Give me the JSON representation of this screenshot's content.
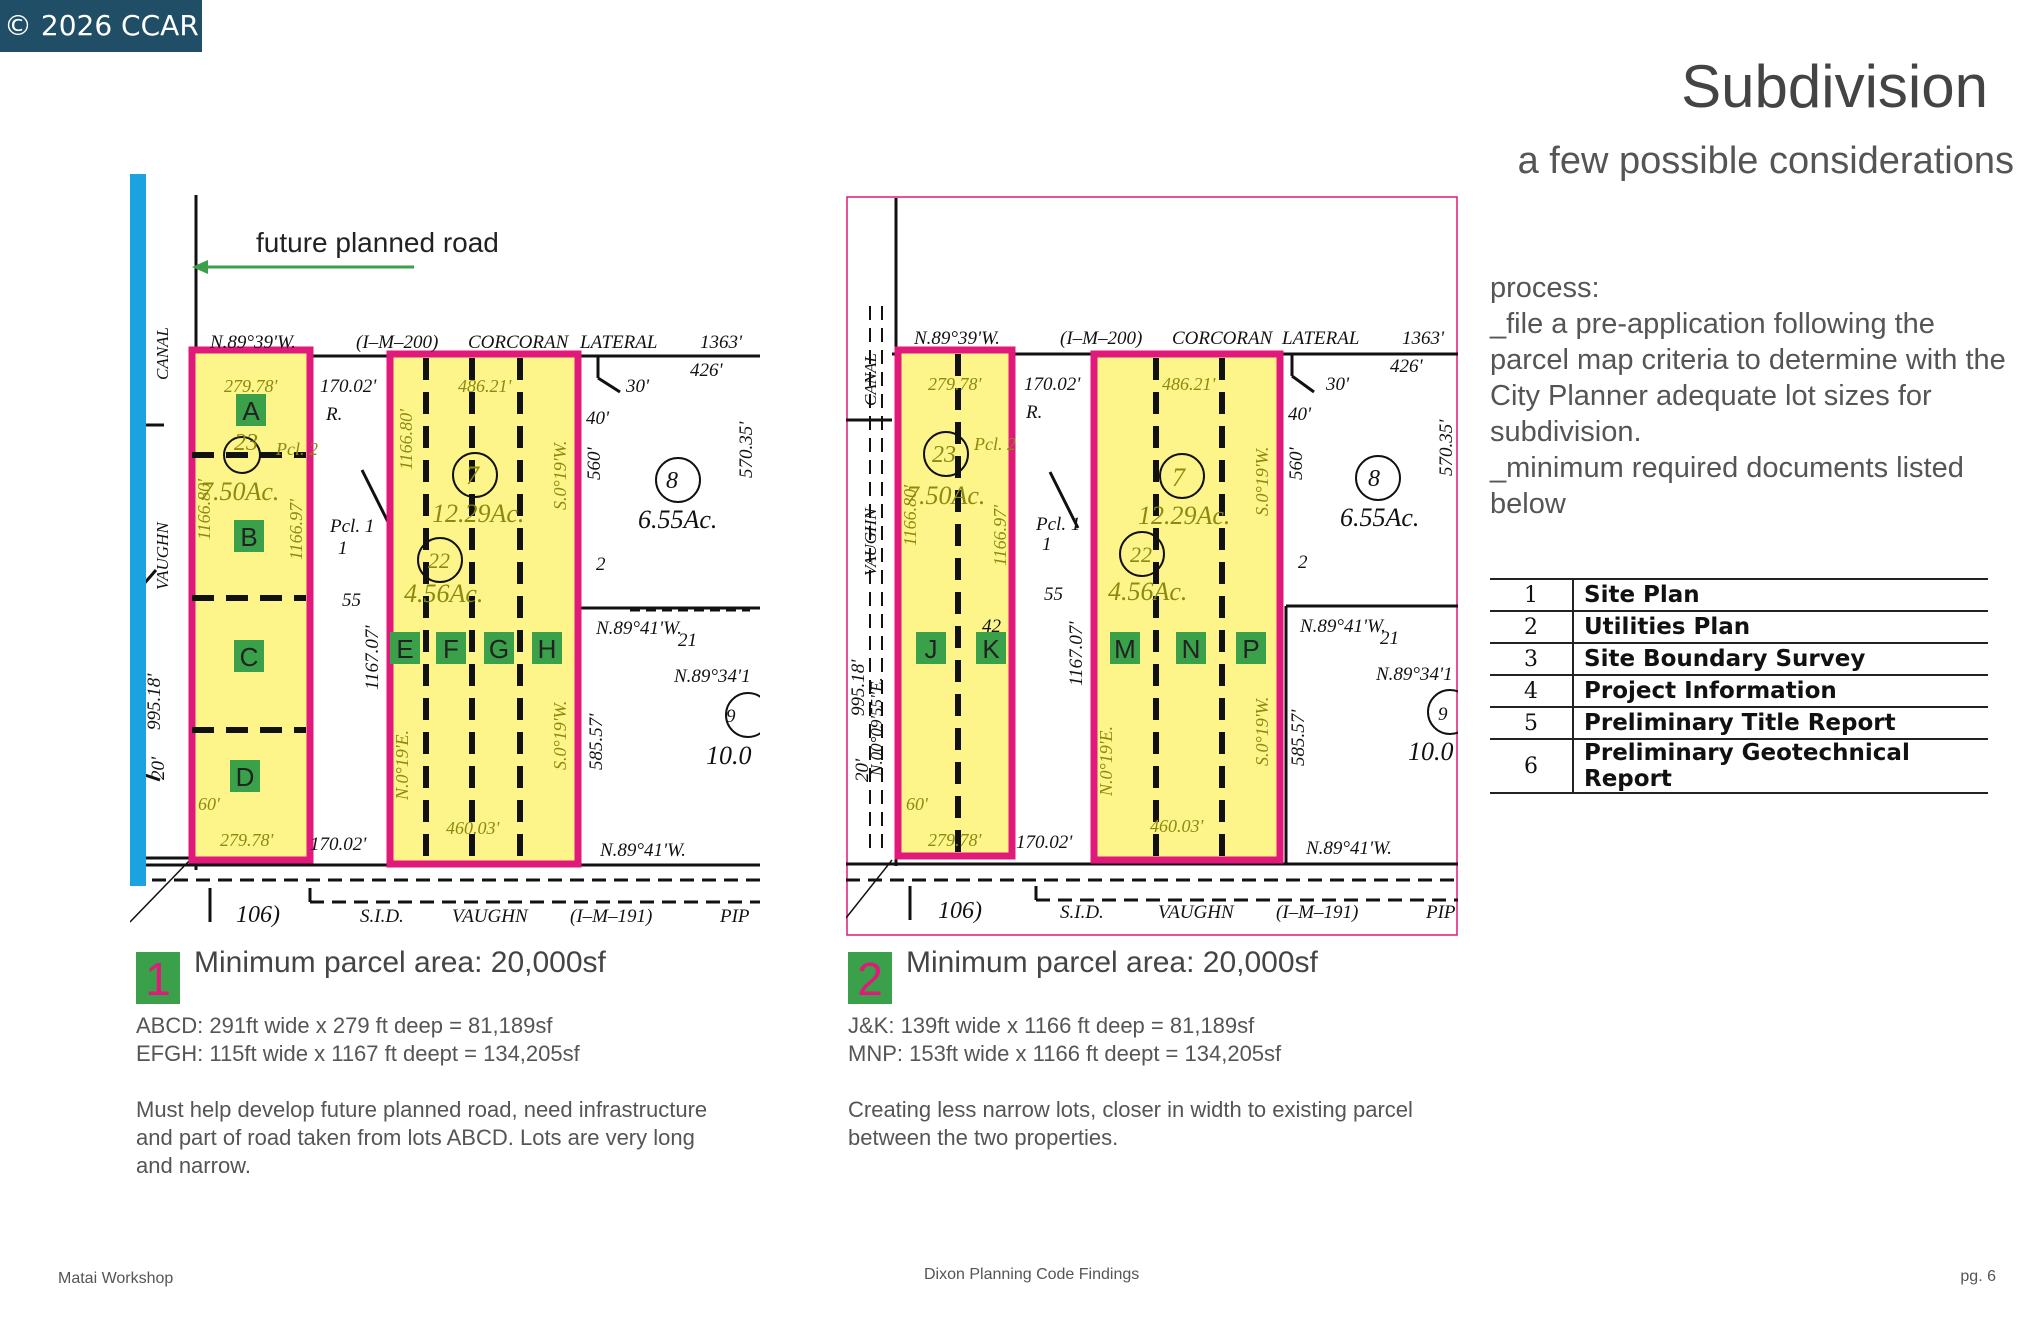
{
  "watermark": "© 2026 CCAR",
  "header": {
    "title": "Subdivision",
    "subtitle": "a few possible considerations"
  },
  "process": {
    "label": "process:",
    "lines": [
      "_file a pre-application following the parcel map criteria to determine with the City Planner adequate lot sizes for subdivision.",
      "_minimum required documents listed below"
    ]
  },
  "documents": [
    {
      "num": "1",
      "label": "Site Plan"
    },
    {
      "num": "2",
      "label": "Utilities Plan"
    },
    {
      "num": "3",
      "label": "Site Boundary Survey"
    },
    {
      "num": "4",
      "label": "Project Information"
    },
    {
      "num": "5",
      "label": "Preliminary Title Report"
    },
    {
      "num": "6",
      "label": "Preliminary Geotechnical Report"
    }
  ],
  "map_labels": {
    "future_road": "future planned road",
    "bearing_nw": "N.89°39'W.",
    "im200": "(I–M–200)",
    "corcoran": "CORCORAN",
    "lateral": "LATERAL",
    "n1363": "1363'",
    "n426": "426'",
    "d279": "279.78'",
    "d17002": "170.02'",
    "d48621": "486.21'",
    "d30": "30'",
    "d40": "40'",
    "d57035": "570.35'",
    "canal": "CANAL",
    "vaughn": "VAUGHN",
    "pcl2": "Pcl. 2",
    "pcl1": "Pcl. 1",
    "n23": "23",
    "n7": "7",
    "n22": "22",
    "n8": "8",
    "n9": "9",
    "ac750": "7.50Ac.",
    "ac1229": "12.29Ac.",
    "ac456": "4.56Ac.",
    "ac655": "6.55Ac.",
    "ac10": "10.0",
    "d116680": "1166.80'",
    "d116697": "1166.97'",
    "d116707": "1167.07'",
    "d99518": "995.18'",
    "d20": "20'",
    "d60": "60'",
    "d560": "560'",
    "d58557": "585.57'",
    "d46003": "460.03'",
    "s019w": "S.0°19'W.",
    "n019e": "N.0°19'E.",
    "n8941": "N.89°41'W.",
    "n8934": "N.89°34'1",
    "n55": "55",
    "n42": "42",
    "n2": "2",
    "n21": "21",
    "n106": "106)",
    "sid": "S.I.D.",
    "vaughn_road": "VAUGHN",
    "im191": "(I–M–191)",
    "pip": "PIP",
    "n0095": "N.00°09'55\"E."
  },
  "option1": {
    "number": "1",
    "heading": "Minimum parcel area: 20,000sf",
    "lots": [
      "A",
      "B",
      "C",
      "D",
      "E",
      "F",
      "G",
      "H"
    ],
    "dim1": "ABCD: 291ft wide x 279 ft deep = 81,189sf",
    "dim2": "EFGH: 115ft wide x 1167 ft deept = 134,205sf",
    "note": "Must help develop future planned road, need infrastructure and part of road taken from lots ABCD.  Lots are very long and narrow."
  },
  "option2": {
    "number": "2",
    "heading": "Minimum parcel area: 20,000sf",
    "lots": [
      "J",
      "K",
      "M",
      "N",
      "P"
    ],
    "dim1": "J&K: 139ft wide x 1166 ft deep = 81,189sf",
    "dim2": "MNP: 153ft wide x 1166 ft deept = 134,205sf",
    "note": "Creating less narrow lots, closer in width to existing parcel between the two properties."
  },
  "footer": {
    "left": "Matai Workshop",
    "center": "Dixon Planning Code Findings",
    "right": "pg. 6"
  },
  "colors": {
    "parcel_fill": "#fdf58a",
    "parcel_border": "#e0197a",
    "lot_badge": "#3aa04a",
    "road": "#1aa3e0",
    "arrow": "#3aa04a"
  }
}
